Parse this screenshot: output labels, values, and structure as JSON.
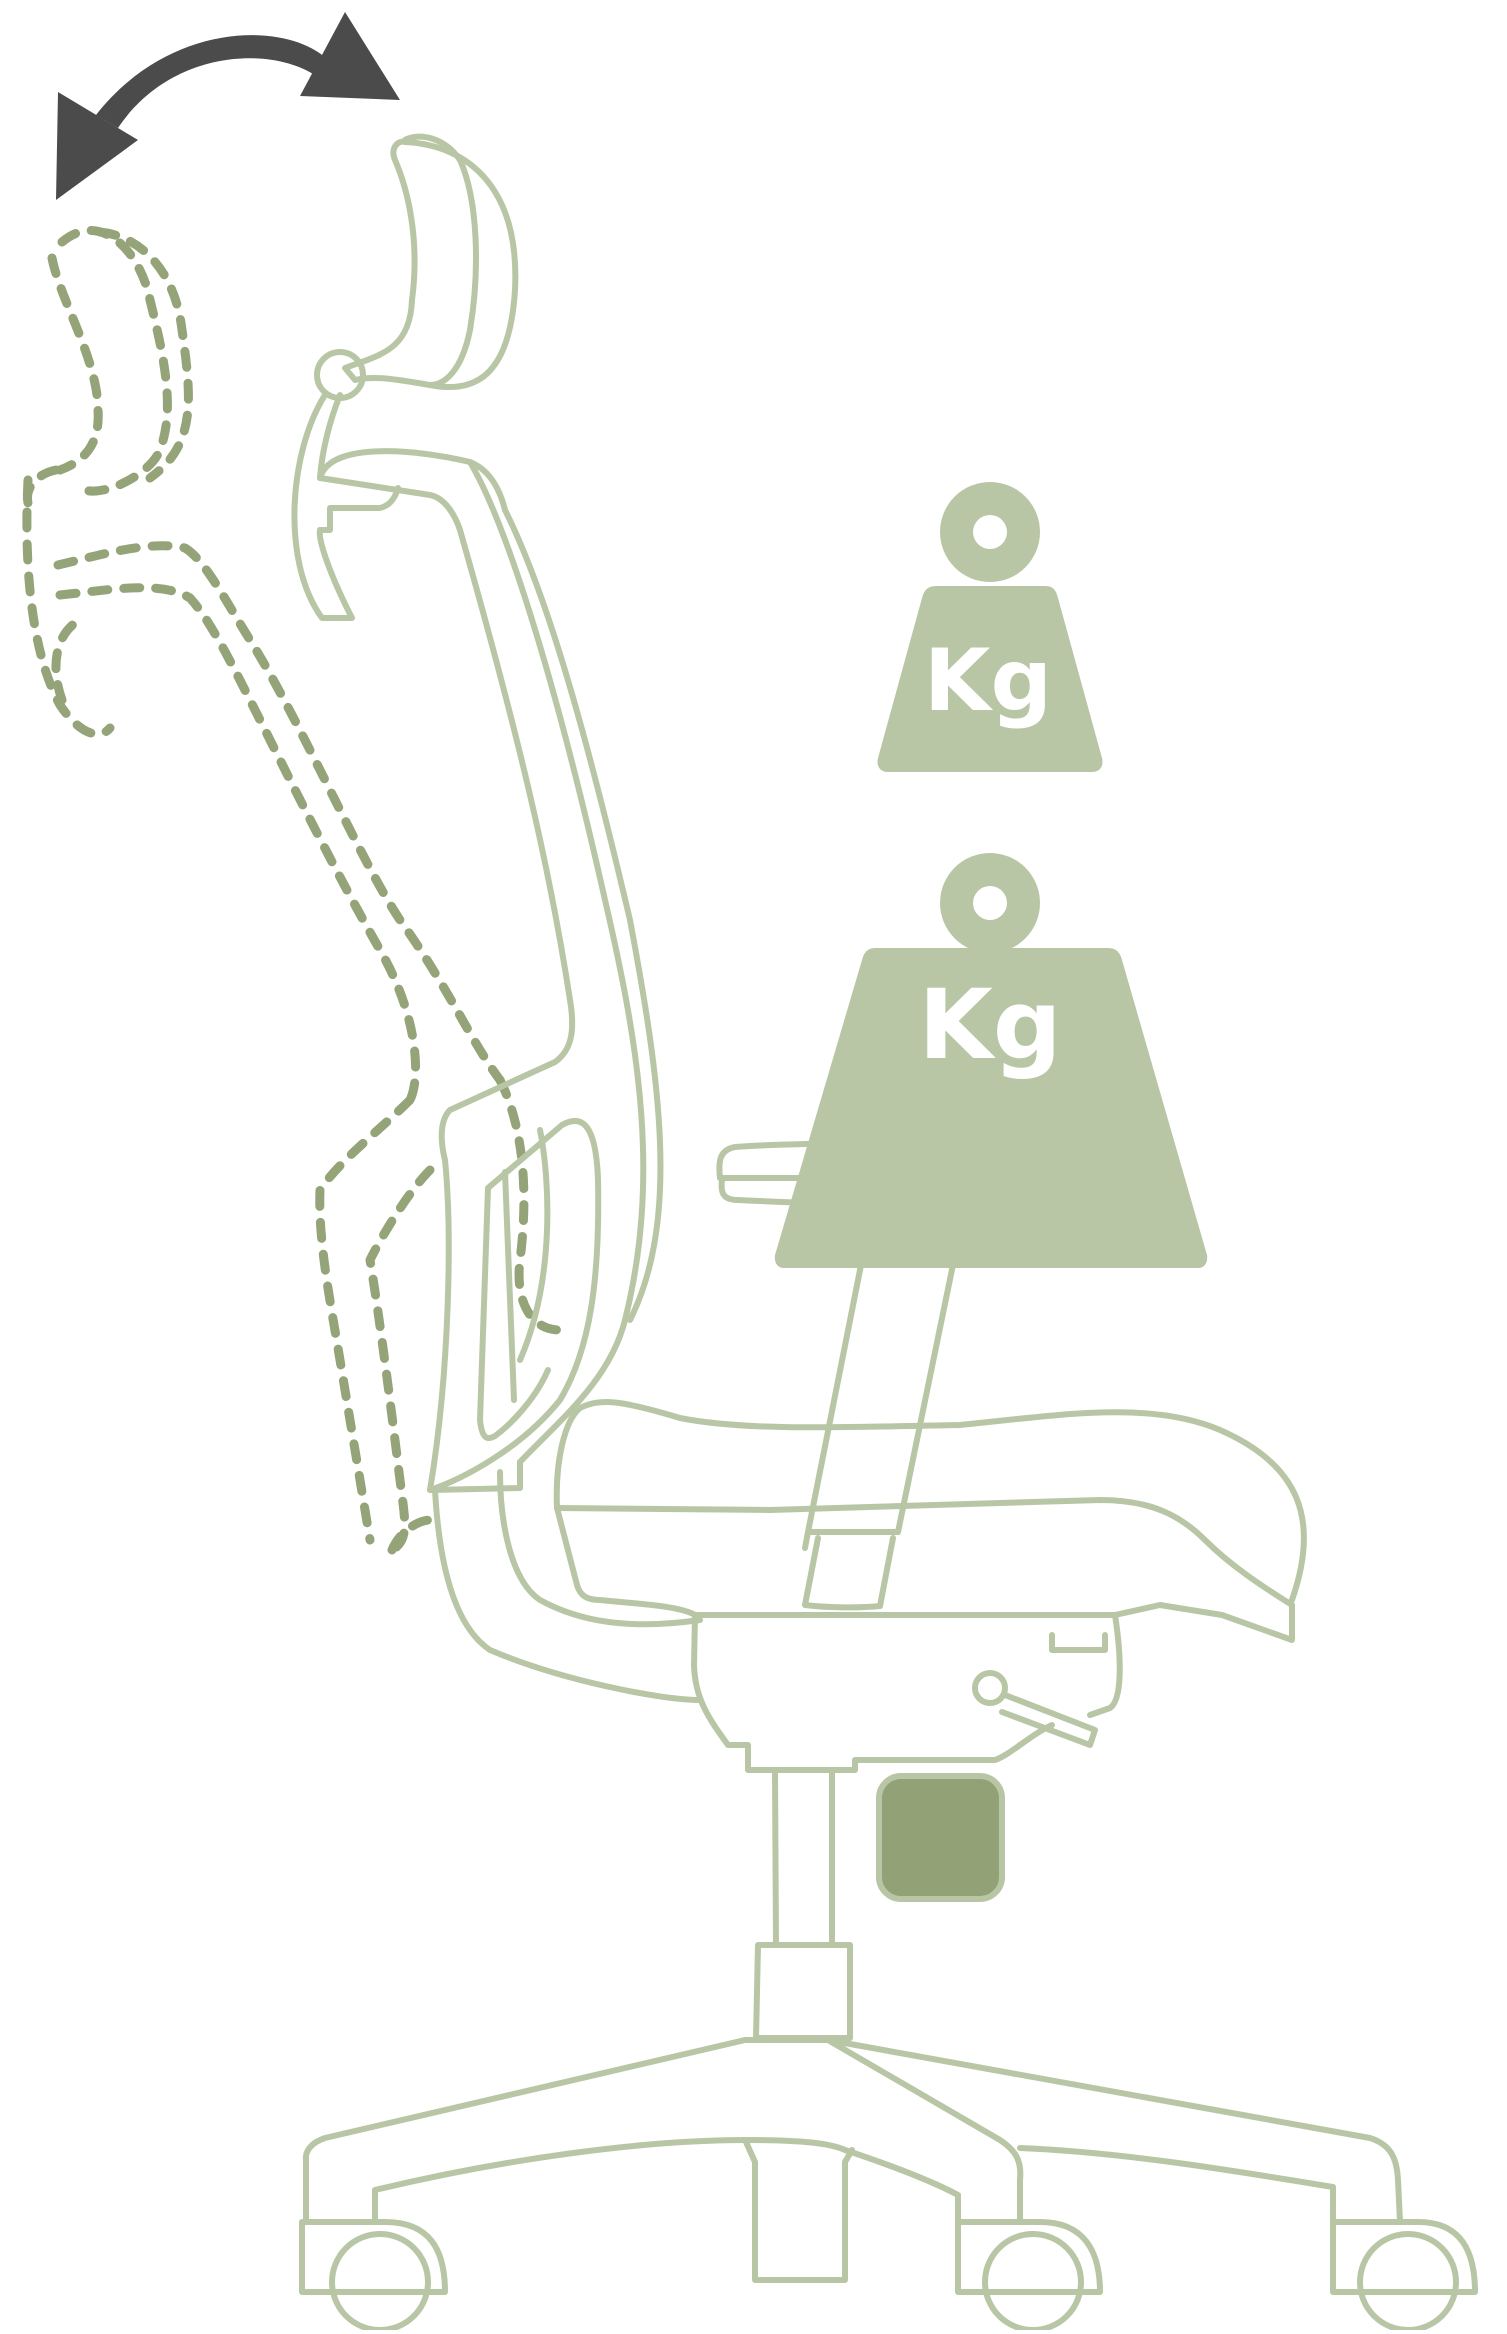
{
  "diagram": {
    "weights": [
      {
        "label": "Kg",
        "size": "light"
      },
      {
        "label": "Kg",
        "size": "heavy"
      }
    ],
    "adjustment": "headrest-tilt",
    "colors": {
      "outline": "#b8c6a6",
      "dashed": "#94a378",
      "weight_fill": "#b8c6a6",
      "weight_text": "#ffffff",
      "arrow": "#4b4b4b",
      "knob": "#92a276",
      "background": "#ffffff"
    }
  }
}
